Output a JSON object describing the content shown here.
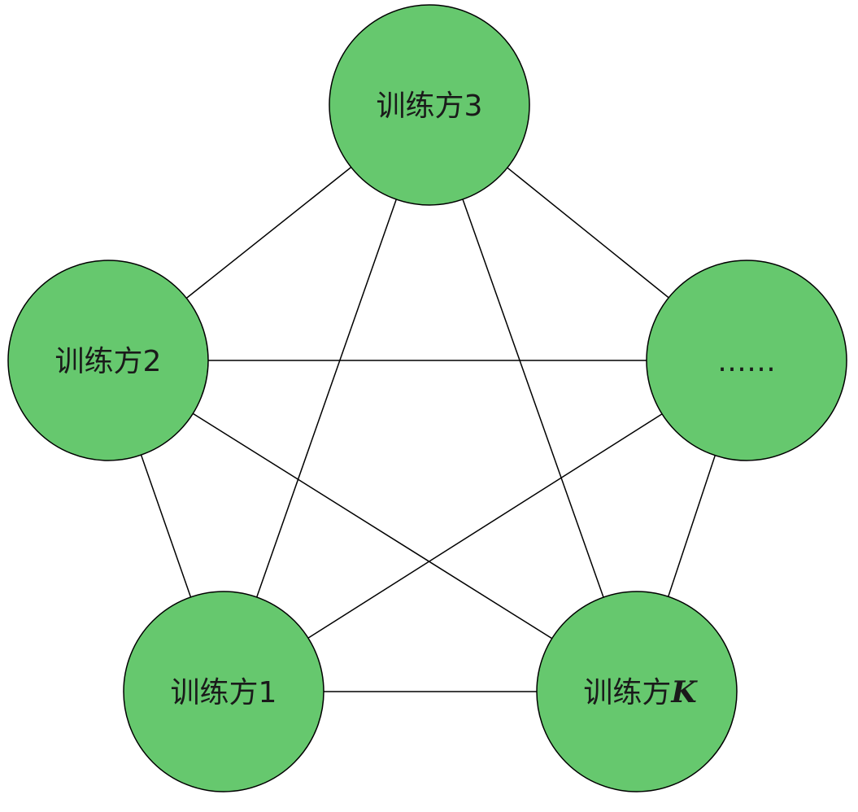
{
  "diagram": {
    "node_fill": "#66c86e",
    "node_stroke": "#000000",
    "edge_color": "#000000",
    "nodes": [
      {
        "id": "n3",
        "label": "训练方3"
      },
      {
        "id": "n2",
        "label": "训练方2"
      },
      {
        "id": "nDots",
        "label": "……"
      },
      {
        "id": "n1",
        "label": "训练方1"
      },
      {
        "id": "nK",
        "label": "训练方",
        "label_suffix_italic": "K"
      }
    ],
    "edges": [
      [
        "n3",
        "n2"
      ],
      [
        "n3",
        "nDots"
      ],
      [
        "n3",
        "n1"
      ],
      [
        "n3",
        "nK"
      ],
      [
        "n2",
        "nDots"
      ],
      [
        "n2",
        "n1"
      ],
      [
        "n2",
        "nK"
      ],
      [
        "nDots",
        "n1"
      ],
      [
        "nDots",
        "nK"
      ],
      [
        "n1",
        "nK"
      ]
    ]
  }
}
